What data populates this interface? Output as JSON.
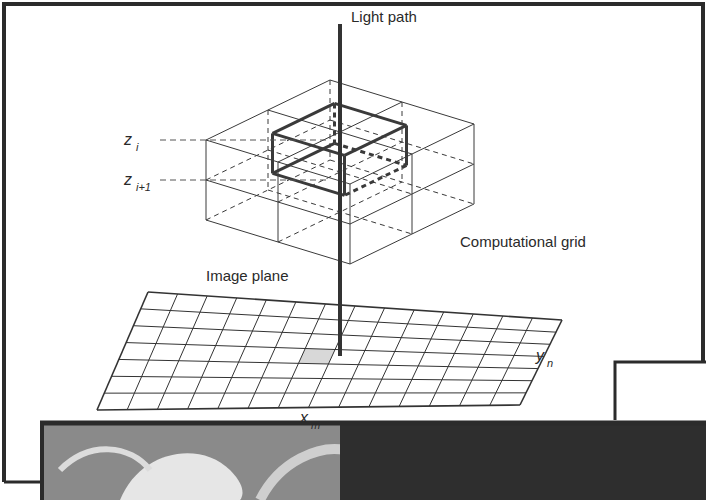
{
  "diagram": {
    "labels": [
      "Light path",
      "z",
      "i",
      "z",
      "i+1",
      "Computational grid",
      "Image plane",
      "y",
      "n",
      "x",
      "m"
    ]
  }
}
